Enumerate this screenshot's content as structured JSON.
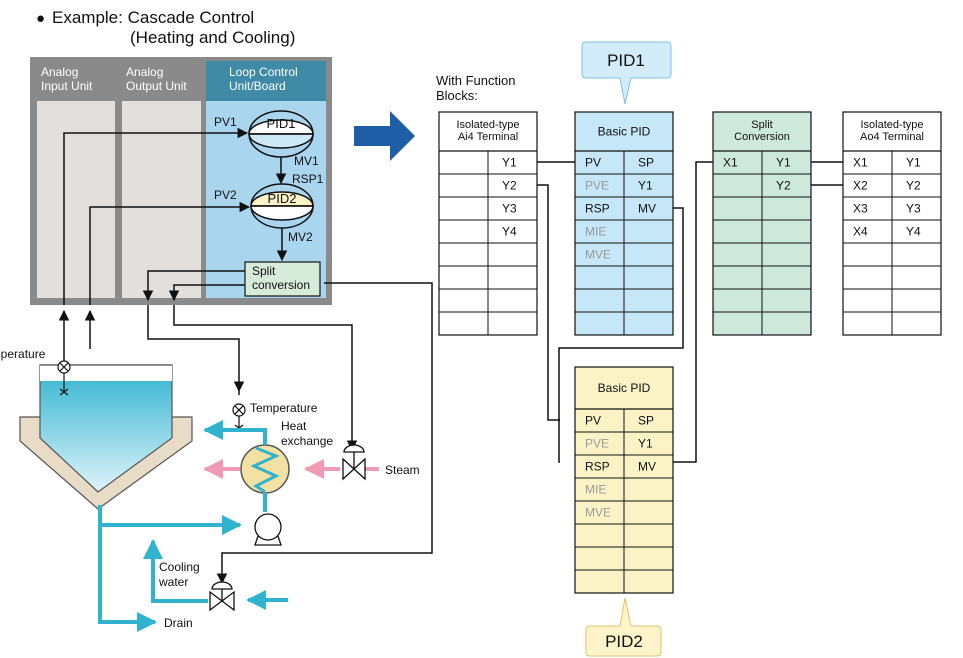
{
  "title": {
    "bullet": "●",
    "line1": "Example: Cascade Control",
    "line2": "(Heating and Cooling)"
  },
  "units": {
    "analog_input": [
      "Analog",
      "Input Unit"
    ],
    "analog_output": [
      "Analog",
      "Output Unit"
    ],
    "loop_control": [
      "Loop Control",
      "Unit/Board"
    ]
  },
  "loop": {
    "pid1": "PID1",
    "pid2": "PID2",
    "pv1": "PV1",
    "pv2": "PV2",
    "mv1": "MV1",
    "rsp1": "RSP1",
    "mv2": "MV2",
    "split": [
      "Split",
      "conversion"
    ]
  },
  "process": {
    "temperature_tank": "Temperature",
    "temperature_hx": "Temperature",
    "heat_exchange": [
      "Heat",
      "exchange"
    ],
    "steam": "Steam",
    "cooling_water": [
      "Cooling",
      "water"
    ],
    "drain": "Drain"
  },
  "function_blocks_label": [
    "With Function",
    "Blocks:"
  ],
  "callouts": {
    "pid1": "PID1",
    "pid2": "PID2"
  },
  "blocks": {
    "ai4": {
      "title": [
        "Isolated-type",
        "Ai4 Terminal"
      ],
      "right": [
        "Y1",
        "Y2",
        "Y3",
        "Y4",
        "",
        "",
        "",
        ""
      ]
    },
    "pid1": {
      "title": "Basic PID",
      "left": [
        "PV",
        "PVE",
        "RSP",
        "MIE",
        "MVE",
        "",
        "",
        ""
      ],
      "right": [
        "SP",
        "Y1",
        "MV",
        "",
        "",
        "",
        "",
        ""
      ]
    },
    "split": {
      "title": [
        "Split",
        "Conversion"
      ],
      "left": [
        "X1",
        "",
        "",
        "",
        "",
        "",
        "",
        ""
      ],
      "right": [
        "Y1",
        "Y2",
        "",
        "",
        "",
        "",
        "",
        ""
      ]
    },
    "ao4": {
      "title": [
        "Isolated-type",
        "Ao4 Terminal"
      ],
      "left": [
        "X1",
        "X2",
        "X3",
        "X4",
        "",
        "",
        "",
        ""
      ],
      "right": [
        "Y1",
        "Y2",
        "Y3",
        "Y4",
        "",
        "",
        "",
        ""
      ]
    },
    "pid2": {
      "title": "Basic PID",
      "left": [
        "PV",
        "PVE",
        "RSP",
        "MIE",
        "MVE",
        "",
        "",
        ""
      ],
      "right": [
        "SP",
        "Y1",
        "MV",
        "",
        "",
        "",
        "",
        ""
      ]
    }
  },
  "colors": {
    "gray_unit": "#8a8a8a",
    "gray_inner": "#e3dfdc",
    "loop_bg": "#a9d6ee",
    "loop_header": "#3f8aa6",
    "pid1_block": "#c6e7f7",
    "pid2_block": "#fbf3c6",
    "split_block": "#cfe8dc",
    "cyan_pipe": "#2fb3cf",
    "pink_steam": "#f09ab3",
    "arrow_blue": "#1d5ea6"
  }
}
